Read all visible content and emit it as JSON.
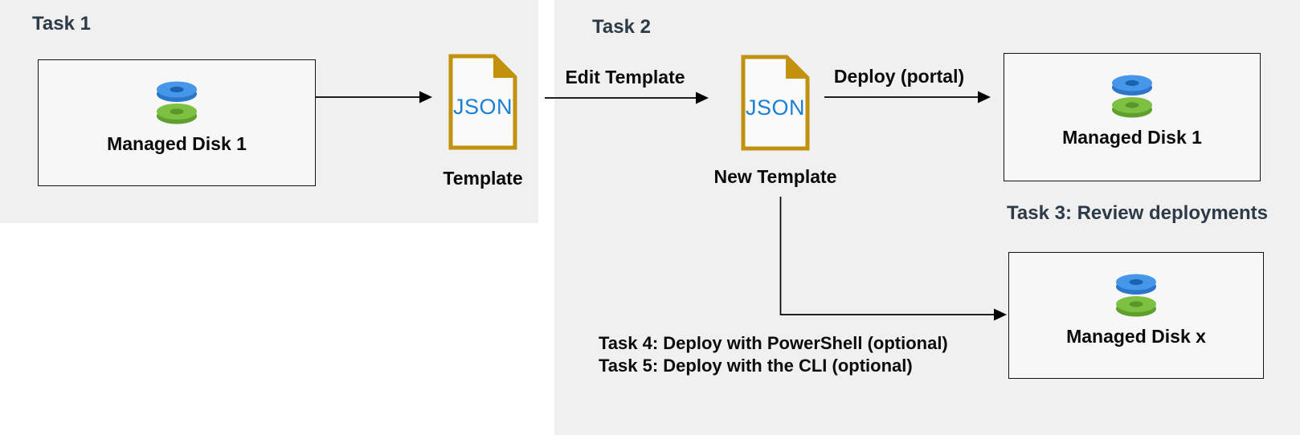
{
  "palette": {
    "panel_bg": "#f0f0f0",
    "heading_color": "#2d3a48",
    "label_color": "#0b0b0b",
    "box_border": "#141414",
    "arrow_color": "#000000",
    "json_doc_border": "#c2910e",
    "json_text_color": "#1b7fd6",
    "disk_blue_top": "#4697e9",
    "disk_blue_side": "#2b76c9",
    "disk_green_top": "#7ec142",
    "disk_green_side": "#609f2e"
  },
  "task1": {
    "heading": "Task 1",
    "disk_box": {
      "label": "Managed Disk 1"
    },
    "json_doc": {
      "text": "JSON",
      "label": "Template"
    }
  },
  "task2": {
    "heading": "Task 2",
    "edit_arrow_label": "Edit Template",
    "json_doc": {
      "text": "JSON",
      "label": "New Template"
    },
    "deploy_arrow_label": "Deploy (portal)",
    "disk_box": {
      "label": "Managed Disk 1"
    }
  },
  "task3": {
    "heading": "Task 3: Review deployments",
    "disk_box": {
      "label": "Managed Disk x"
    }
  },
  "task45": {
    "line1": "Task 4: Deploy with PowerShell (optional)",
    "line2": "Task 5: Deploy with the CLI (optional)"
  }
}
